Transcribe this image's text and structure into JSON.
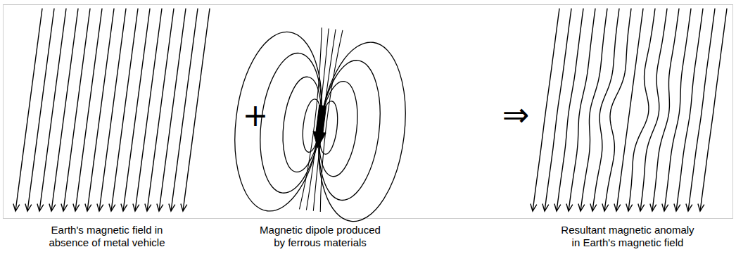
{
  "diagram": {
    "labels": [
      "Earth's magnetic field in absence of metal vehicle",
      "+",
      "Magnetic dipole produced by ferrous materials",
      "⇒",
      "Resultant magnetic anomaly in Earth's magnetic field"
    ]
  }
}
